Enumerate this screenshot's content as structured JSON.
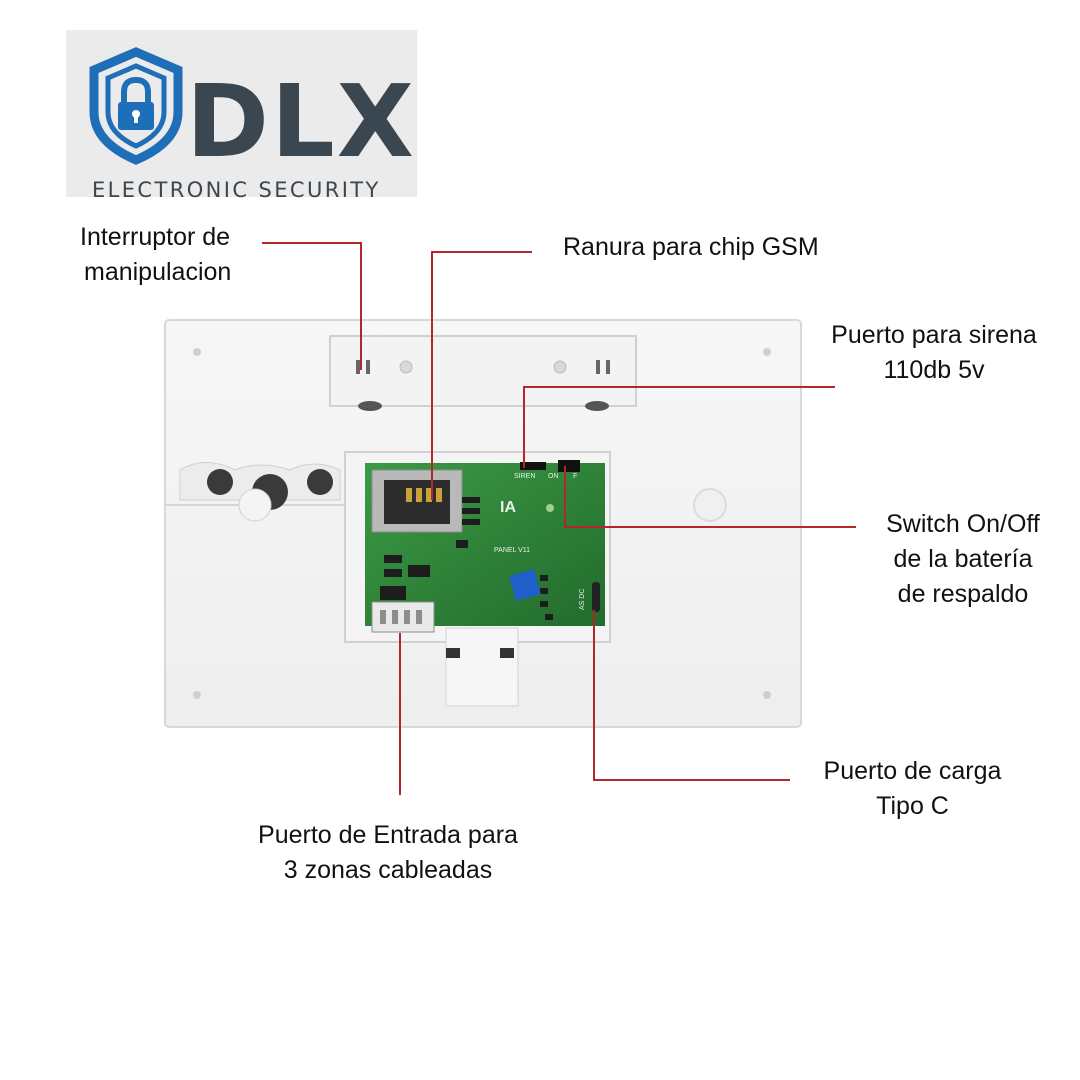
{
  "logo": {
    "brand": "DLX",
    "tagline": "ELECTRONIC SECURITY",
    "icon": "shield-padlock-icon",
    "colors": {
      "blue": "#1f6fb8",
      "text": "#3a4650"
    }
  },
  "device": {
    "board_marks": {
      "siren": "SIREN",
      "on": "ON",
      "f": "F",
      "panel": "PANEL V11",
      "ia": "IA",
      "usb": "AS DC"
    }
  },
  "callouts": {
    "tamper": {
      "lines": [
        "Interruptor de",
        "manipulacion"
      ]
    },
    "gsm": {
      "lines": [
        "Ranura para chip GSM"
      ]
    },
    "siren": {
      "lines": [
        "Puerto para sirena",
        "110db 5v"
      ]
    },
    "battery_switch": {
      "lines": [
        "Switch On/Off",
        "de la batería",
        "de respaldo"
      ]
    },
    "charging": {
      "lines": [
        "Puerto de carga",
        "Tipo C"
      ]
    },
    "zones": {
      "lines": [
        "Puerto de Entrada para",
        "3 zonas cableadas"
      ]
    }
  },
  "colors": {
    "leader_line": "#b5262b",
    "pcb": "#2f8a3a"
  }
}
